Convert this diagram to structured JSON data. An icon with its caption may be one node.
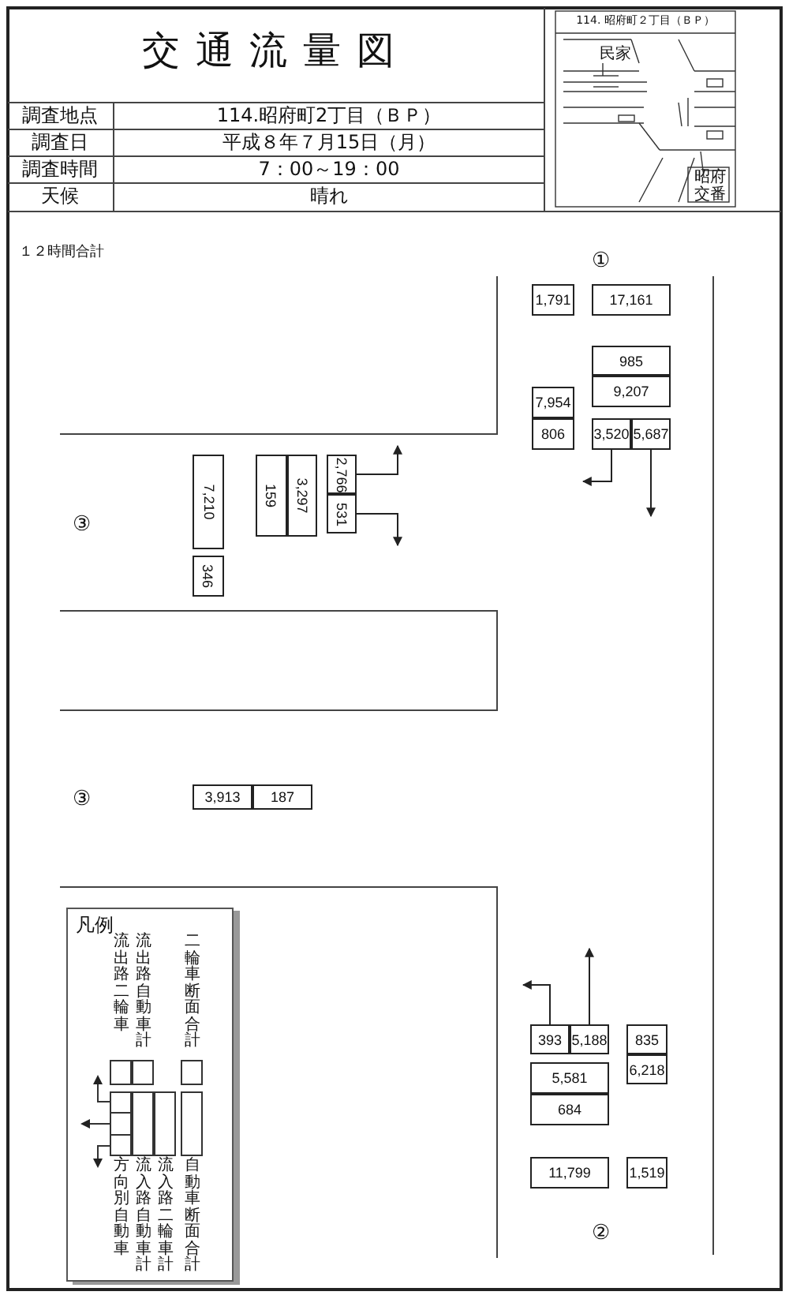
{
  "diagram": {
    "title": "交通流量図",
    "nodes": [
      {
        "text": [
          "1,791"
        ]
      },
      {
        "text": [
          "17,161"
        ]
      },
      {
        "text": [
          "985"
        ]
      },
      {
        "text": [
          "7,954"
        ]
      },
      {
        "text": [
          "9,207"
        ]
      },
      {
        "text": [
          "806"
        ]
      },
      {
        "text": [
          "3,520"
        ]
      },
      {
        "text": [
          "5,687"
        ]
      },
      {
        "text": [
          "7,210"
        ]
      },
      {
        "text": [
          "159"
        ]
      },
      {
        "text": [
          "3,297"
        ]
      },
      {
        "text": [
          "2,766"
        ]
      },
      {
        "text": [
          "531"
        ]
      },
      {
        "text": [
          "346"
        ]
      },
      {
        "text": [
          "3,913"
        ]
      },
      {
        "text": [
          "187"
        ]
      },
      {
        "text": [
          "393"
        ]
      },
      {
        "text": [
          "5,188"
        ]
      },
      {
        "text": [
          "835"
        ]
      },
      {
        "text": [
          "5,581"
        ]
      },
      {
        "text": [
          "6,218"
        ]
      },
      {
        "text": [
          "684"
        ]
      },
      {
        "text": [
          "11,799"
        ]
      },
      {
        "text": [
          "1,519"
        ]
      }
    ],
    "edges": [
      {
        "from": 6,
        "to": null,
        "arrow": "to"
      },
      {
        "from": 7,
        "to": null,
        "arrow": "to"
      },
      {
        "from": 11,
        "to": null,
        "arrow": "to"
      },
      {
        "from": 12,
        "to": null,
        "arrow": "to"
      },
      {
        "from": 16,
        "to": null,
        "arrow": "to"
      },
      {
        "from": 17,
        "to": null,
        "arrow": "to"
      }
    ],
    "labels": [
      "調査地点",
      "114.昭府町2丁目（ＢＰ）",
      "調査日",
      "平成８年７月15日（月）",
      "調査時間",
      "7：00～19：00",
      "天候",
      "晴れ",
      "114. 昭府町２丁目（ＢＰ）",
      "民家",
      "昭府交番",
      "１２時間合計",
      "①",
      "③",
      "③",
      "②",
      "凡例"
    ],
    "legend": [
      {
        "text": "流出路二輪車"
      },
      {
        "text": "流出路自動車計"
      },
      {
        "text": "二輪車断面合計"
      },
      {
        "text": "方向別自動車"
      },
      {
        "text": "流入路自動車計"
      },
      {
        "text": "流入路二輪車計"
      },
      {
        "text": "自動車断面合計"
      }
    ]
  }
}
